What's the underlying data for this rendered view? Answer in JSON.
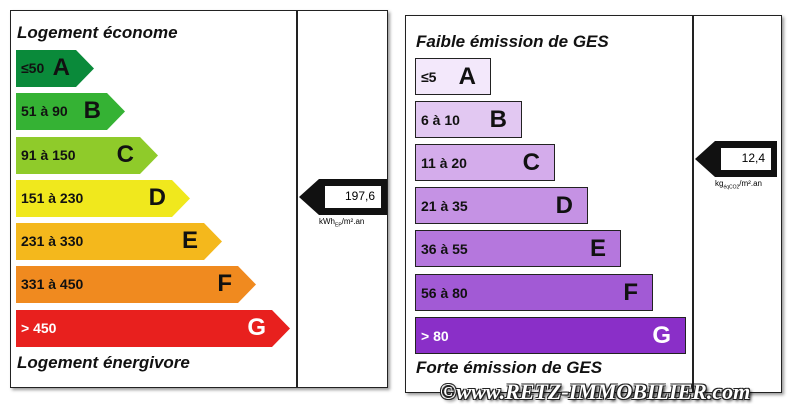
{
  "energy": {
    "top_label": "Logement économe",
    "bottom_label": "Logement énergivore",
    "classes": [
      {
        "range": "≤50",
        "letter": "A",
        "color": "#0a8a3a"
      },
      {
        "range": "51 à 90",
        "letter": "B",
        "color": "#35b234"
      },
      {
        "range": "91 à 150",
        "letter": "C",
        "color": "#8fcb2a"
      },
      {
        "range": "151 à 230",
        "letter": "D",
        "color": "#f0e81d"
      },
      {
        "range": "231 à 330",
        "letter": "E",
        "color": "#f4b81c"
      },
      {
        "range": "331 à 450",
        "letter": "F",
        "color": "#f08a1f"
      },
      {
        "range": "> 450",
        "letter": "G",
        "color": "#e8201e"
      }
    ],
    "value": "197,6",
    "unit": "kWhEP/m².an",
    "unit_main": "kWh",
    "unit_sub": "EP",
    "unit_tail": "/m².an"
  },
  "ges": {
    "top_label": "Faible émission de GES",
    "bottom_label": "Forte émission de GES",
    "classes": [
      {
        "range": "≤5",
        "letter": "A",
        "color": "#f3e8fb"
      },
      {
        "range": "6 à 10",
        "letter": "B",
        "color": "#e2c8f2"
      },
      {
        "range": "11 à 20",
        "letter": "C",
        "color": "#d4aceb"
      },
      {
        "range": "21 à 35",
        "letter": "D",
        "color": "#c592e4"
      },
      {
        "range": "36 à 55",
        "letter": "E",
        "color": "#b577dd"
      },
      {
        "range": "56 à 80",
        "letter": "F",
        "color": "#a25ad5"
      },
      {
        "range": "> 80",
        "letter": "G",
        "color": "#8a2fc8"
      }
    ],
    "value": "12,4",
    "unit_main": "kg",
    "unit_sub": "éqCO2",
    "unit_tail": "/m².an"
  },
  "watermark": "©www.RETZ-IMMOBILIER.com"
}
